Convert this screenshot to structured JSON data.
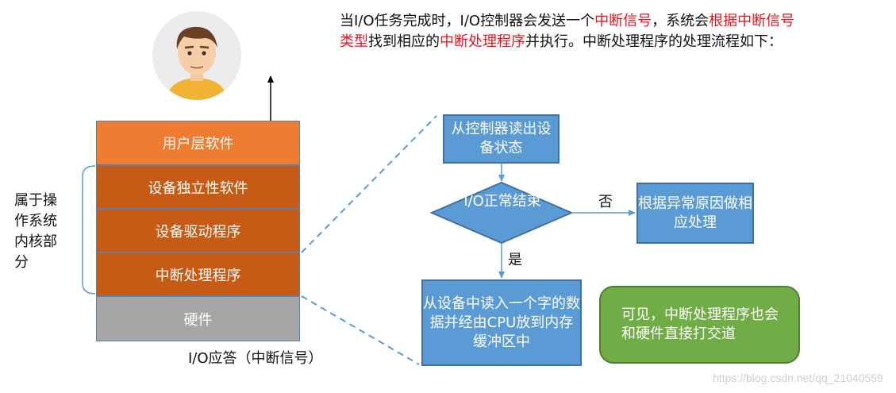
{
  "intro": {
    "part1": "当I/O任务完成时，I/O控制器会发送一个",
    "red1": "中断信号",
    "part2": "，系统会",
    "red2": "根据中断信号类型",
    "part3": "找到相应的",
    "red3": "中断处理程序",
    "part4": "并执行。中断处理程序的处理流程如下："
  },
  "layers": {
    "user": "用户层软件",
    "independent": "设备独立性软件",
    "driver": "设备驱动程序",
    "interrupt": "中断处理程序",
    "hardware": "硬件"
  },
  "kernel_label": "属于操作系统内核部分",
  "io_answer": "I/O应答（中断信号）",
  "flow": {
    "read_status": "从控制器读出设备状态",
    "decision": "I/O正常结束",
    "no_label": "否",
    "yes_label": "是",
    "handle_error": "根据异常原因做相应处理",
    "copy_data": "从设备中读入一个字的数据并经由CPU放到内存缓冲区中"
  },
  "note": "可见，中断处理程序也会和硬件直接打交道",
  "watermark": "https://blog.csdn.net/qq_21040559",
  "colors": {
    "orange_light": "#ef7d31",
    "orange_dark": "#c55b15",
    "gray": "#a6a6a6",
    "blue": "#5b9bd5",
    "green": "#70ad47",
    "red": "#e8141f"
  }
}
